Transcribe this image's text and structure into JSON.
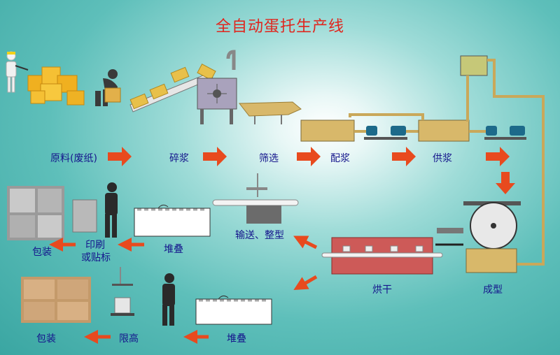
{
  "title": "全自动蛋托生产线",
  "steps": {
    "raw_material": "原料(废纸)",
    "pulping": "碎浆",
    "screening": "筛选",
    "mixing": "配浆",
    "supply": "供浆",
    "forming": "成型",
    "drying": "烘干",
    "conveying": "输送、整型",
    "stacking_1": "堆叠",
    "printing": "印刷",
    "labeling": "或贴标",
    "packaging_1": "包装",
    "stacking_2": "堆叠",
    "height_limit": "限高",
    "packaging_2": "包装"
  },
  "colors": {
    "label": "#15158c",
    "title": "#e0261e",
    "arrow": "#e84a1e",
    "pulp": "#d8b86a",
    "pump": "#1d6a8a",
    "dryer": "#cd5a58",
    "pipe": "#c9a85a"
  }
}
